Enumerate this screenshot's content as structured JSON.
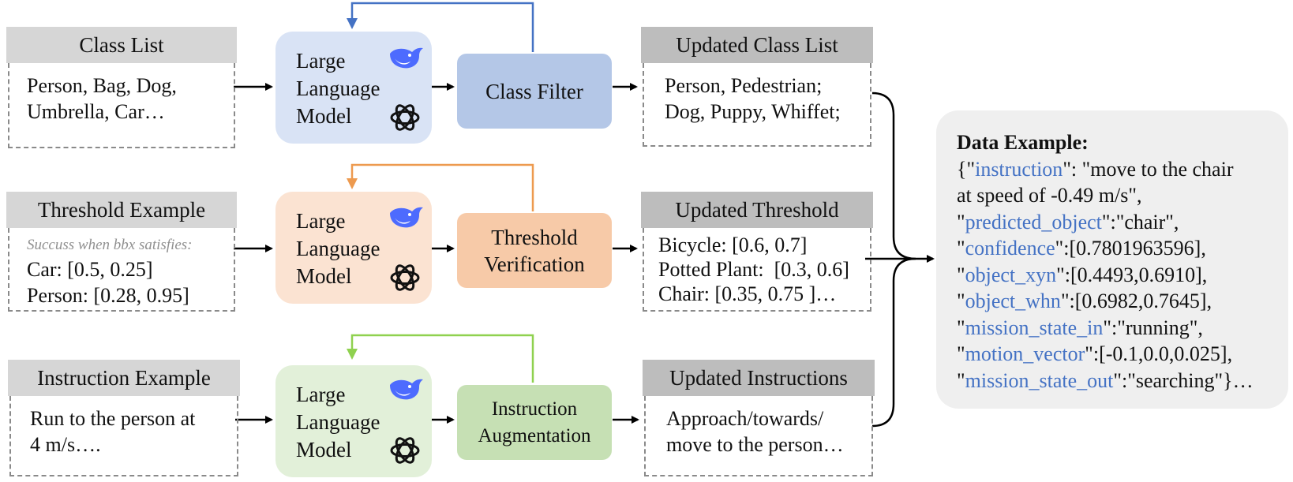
{
  "row1": {
    "input_title": "Class List",
    "input_lines": [
      "Person, Bag, Dog,",
      "Umbrella, Car…"
    ],
    "llm_lines": [
      "Large",
      "Language",
      "Model"
    ],
    "process": "Class Filter",
    "output_title": "Updated Class List",
    "output_lines": [
      "Person, Pedestrian;",
      "Dog, Puppy, Whiffet;"
    ],
    "color": "#4472c4",
    "llm_fill": "#d9e3f5",
    "proc_fill": "#b4c7e7"
  },
  "row2": {
    "input_title": "Threshold Example",
    "input_note": "Succuss when bbx satisfies:",
    "input_lines": [
      "Car: [0.5, 0.25]",
      "Person: [0.28, 0.95]"
    ],
    "llm_lines": [
      "Large",
      "Language",
      "Model"
    ],
    "process_lines": [
      "Threshold",
      "Verification"
    ],
    "output_title": "Updated Threshold",
    "output_lines": [
      "Bicycle: [0.6, 0.7]",
      "Potted Plant:  [0.3, 0.6]",
      "Chair: [0.35, 0.75 ]…"
    ],
    "color": "#ed9a4f",
    "llm_fill": "#fbe3d2",
    "proc_fill": "#f7caa8"
  },
  "row3": {
    "input_title": "Instruction Example",
    "input_lines": [
      "Run to the person at",
      "4 m/s…."
    ],
    "llm_lines": [
      "Large",
      "Language",
      "Model"
    ],
    "process_lines": [
      "Instruction",
      "Augmentation"
    ],
    "output_title": "Updated Instructions",
    "output_lines": [
      "Approach/towards/",
      "move to the person…"
    ],
    "color": "#8fd14f",
    "llm_fill": "#e2f0d9",
    "proc_fill": "#c6e0b4"
  },
  "data_example": {
    "title": "Data Example:",
    "open": "{\"",
    "instruction_key": "instruction",
    "instruction_val1": "\": \"move to the chair",
    "instruction_val2": "at speed of -0.49 m/s\",",
    "q": "\"",
    "predicted_object_key": "predicted_object",
    "predicted_object_val": "\":\"chair\",",
    "confidence_key": "confidence",
    "confidence_val": "\":[0.7801963596],",
    "object_xyn_key": "object_xyn",
    "object_xyn_val": "\":[0.4493,0.6910],",
    "object_whn_key": "object_whn",
    "object_whn_val": "\":[0.6982,0.7645],",
    "mission_state_in_key": "mission_state_in",
    "mission_state_in_val": "\":\"running\",",
    "motion_vector_key": "motion_vector",
    "motion_vector_val": "\":[-0.1,0.0,0.025],",
    "mission_state_out_key": "mission_state_out",
    "mission_state_out_val": "\":\"searching\"}…"
  },
  "icons": [
    "deepseek-whale-icon",
    "openai-logo-icon"
  ],
  "arrow_color": "#000000"
}
